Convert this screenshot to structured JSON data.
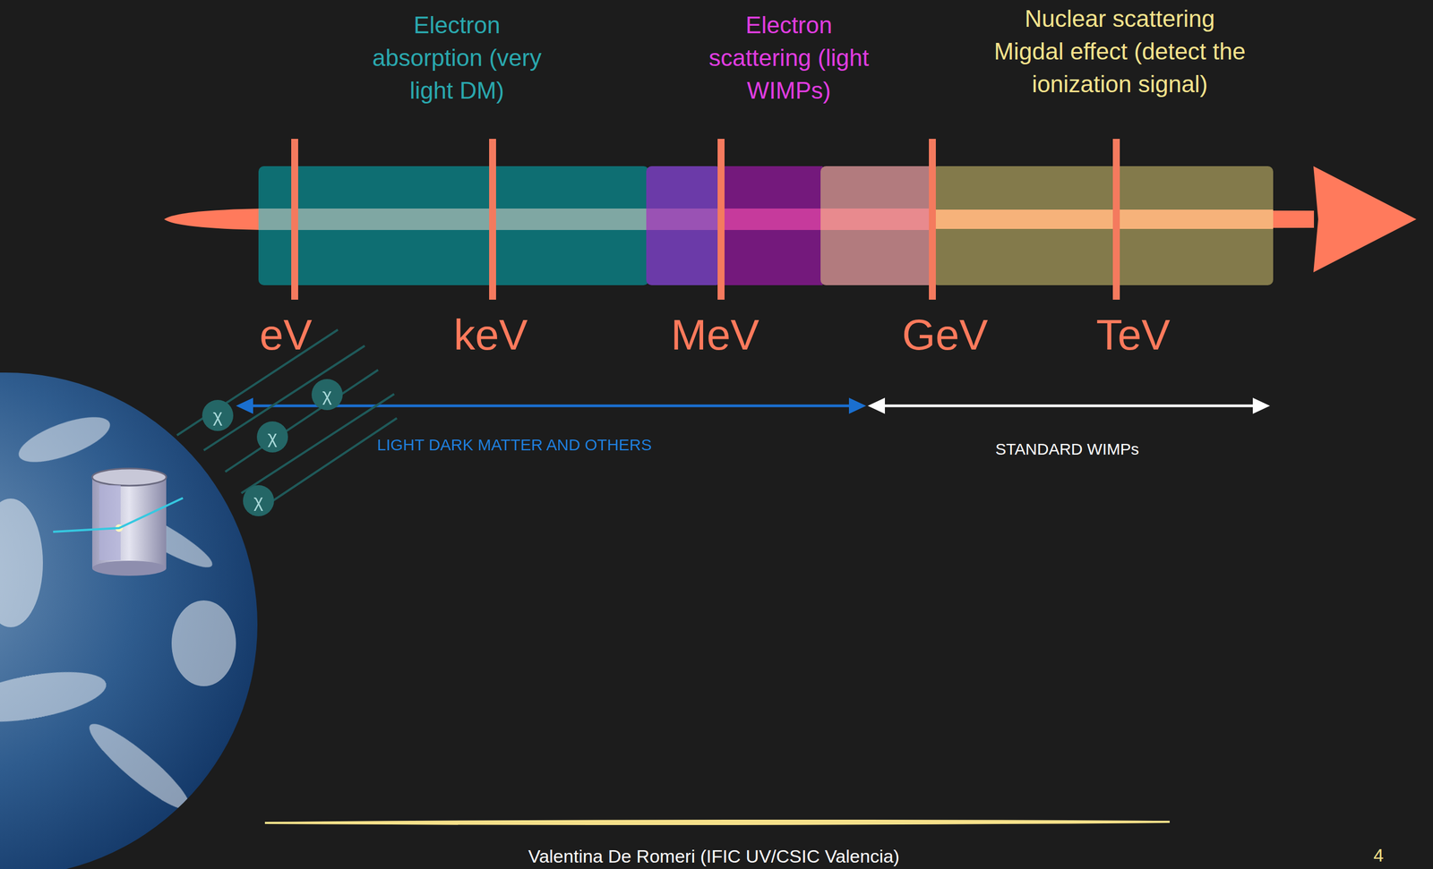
{
  "diagram": {
    "labels": [
      "Electron absorption (very light DM)",
      "Electron scattering (light WIMPs)",
      "Nuclear scattering Migdal effect (detect the ionization signal)",
      "eV",
      "keV",
      "MeV",
      "GeV",
      "TeV",
      "LIGHT DARK MATTER AND OTHERS",
      "STANDARD WIMPs",
      "Valentina De Romeri (IFIC UV/CSIC Valencia)",
      "4",
      "χ",
      "χ",
      "χ",
      "χ"
    ]
  }
}
